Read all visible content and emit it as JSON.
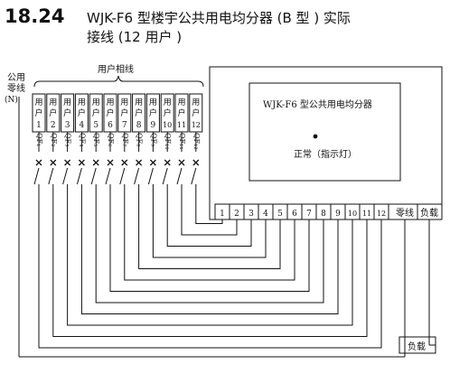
{
  "header": {
    "number": "18.24",
    "title_line1": "WJK-F6 型楼宇公共用电均分器 (B 型 ) 实际",
    "title_line2": "接线 (12 用户 )"
  },
  "labels": {
    "public_neutral_1": "公用",
    "public_neutral_2": "零线",
    "neutral_symbol": "(N)",
    "user_phase": "用户相线",
    "device_name": "WJK-F6 型公共用电均分器",
    "indicator": "正常（指示灯）",
    "neutral_terminal": "零线",
    "load_terminal": "负载",
    "load_box": "负载"
  },
  "users": [
    {
      "c1": "用",
      "c2": "户",
      "num": "1",
      "qf": "QF₁"
    },
    {
      "c1": "用",
      "c2": "户",
      "num": "2",
      "qf": "QF₂"
    },
    {
      "c1": "用",
      "c2": "户",
      "num": "3",
      "qf": "QF₃"
    },
    {
      "c1": "用",
      "c2": "户",
      "num": "4",
      "qf": "QF₄"
    },
    {
      "c1": "用",
      "c2": "户",
      "num": "5",
      "qf": "QF₅"
    },
    {
      "c1": "用",
      "c2": "户",
      "num": "6",
      "qf": "QF₆"
    },
    {
      "c1": "用",
      "c2": "户",
      "num": "7",
      "qf": "QF₇"
    },
    {
      "c1": "用",
      "c2": "户",
      "num": "8",
      "qf": "QF₈"
    },
    {
      "c1": "用",
      "c2": "户",
      "num": "9",
      "qf": "QF₉"
    },
    {
      "c1": "用",
      "c2": "户",
      "num": "10",
      "qf": "QF₁₀"
    },
    {
      "c1": "用",
      "c2": "户",
      "num": "11",
      "qf": "QF₁₁"
    },
    {
      "c1": "用",
      "c2": "户",
      "num": "12",
      "qf": "QF₁₂"
    }
  ],
  "terminals": [
    "1",
    "2",
    "3",
    "4",
    "5",
    "6",
    "7",
    "8",
    "9",
    "10",
    "11",
    "12"
  ]
}
